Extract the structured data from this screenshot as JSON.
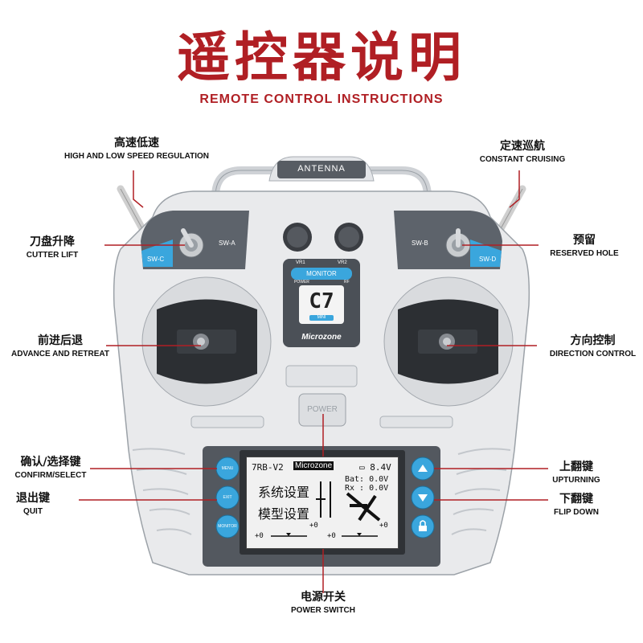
{
  "header": {
    "title_cn": "遥控器说明",
    "title_en": "REMOTE CONTROL INSTRUCTIONS",
    "title_color": "#b01f24"
  },
  "labels": {
    "speed": {
      "cn": "高速低速",
      "en": "HIGH AND LOW SPEED REGULATION"
    },
    "cruise": {
      "cn": "定速巡航",
      "en": "CONSTANT CRUISING"
    },
    "cutter": {
      "cn": "刀盘升降",
      "en": "CUTTER LIFT"
    },
    "reserved": {
      "cn": "预留",
      "en": "RESERVED HOLE"
    },
    "advance": {
      "cn": "前进后退",
      "en": "ADVANCE AND RETREAT"
    },
    "direction": {
      "cn": "方向控制",
      "en": "DIRECTION CONTROL"
    },
    "confirm": {
      "cn": "确认/选择键",
      "en": "CONFIRM/SELECT"
    },
    "quit": {
      "cn": "退出键",
      "en": "QUIT"
    },
    "up": {
      "cn": "上翻键",
      "en": "UPTURNING"
    },
    "down": {
      "cn": "下翻键",
      "en": "FLIP DOWN"
    },
    "power": {
      "cn": "电源开关",
      "en": "POWER SWITCH"
    }
  },
  "device": {
    "antenna": "ANTENNA",
    "sw_a": "SW-A",
    "sw_b": "SW-B",
    "sw_c": "SW-C",
    "sw_d": "SW-D",
    "vr1": "VR1",
    "vr2": "VR2",
    "monitor_badge": "MONITOR",
    "power_small": "POWER",
    "rf": "RF",
    "model": "C7",
    "mini": "MINI",
    "brand": "Microzone",
    "power_button": "POWER",
    "btn_menu": "MENU",
    "btn_exit": "EXIT",
    "btn_monitor": "MONITOR",
    "accent": "#3aa6dd"
  },
  "lcd": {
    "model": "7RB-V2",
    "brand": "Microzone",
    "battery": "8.4V",
    "bat": "Bat: 0.0V",
    "rx": "Rx : 0.0V",
    "menu1": "系统设置",
    "menu2": "模型设置",
    "trim": "+0"
  }
}
